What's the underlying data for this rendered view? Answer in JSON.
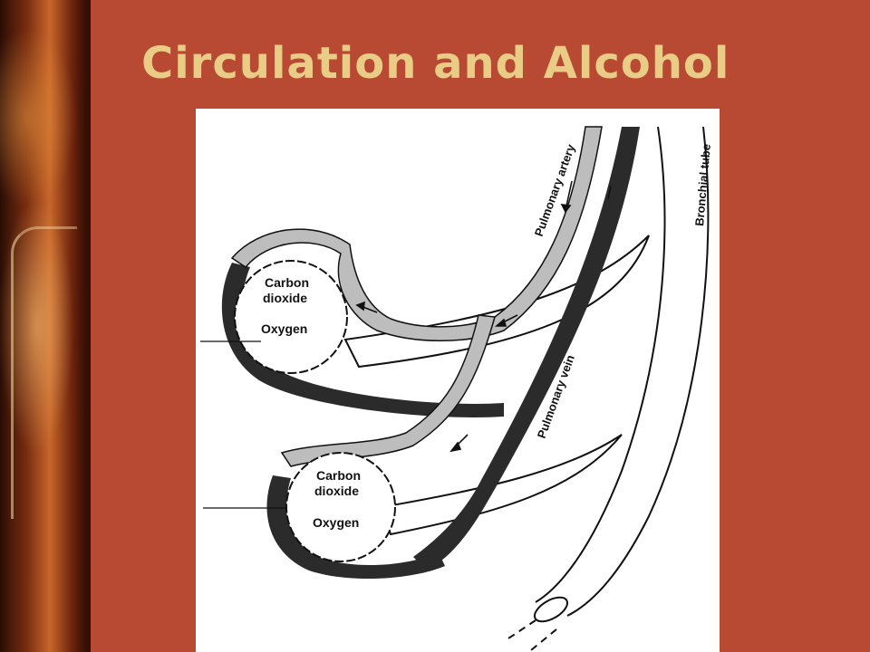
{
  "slide": {
    "title": "Circulation and Alcohol"
  },
  "diagram": {
    "labels": {
      "pulmonary_artery": "Pulmonary artery",
      "bronchial_tube": "Bronchial tube",
      "pulmonary_vein": "Pulmonary vein",
      "upper_alveolus": {
        "line1": "Carbon",
        "line2": "dioxide",
        "gas2": "Oxygen"
      },
      "lower_alveolus": {
        "line1": "Carbon",
        "line2": "dioxide",
        "gas2": "Oxygen"
      }
    }
  }
}
